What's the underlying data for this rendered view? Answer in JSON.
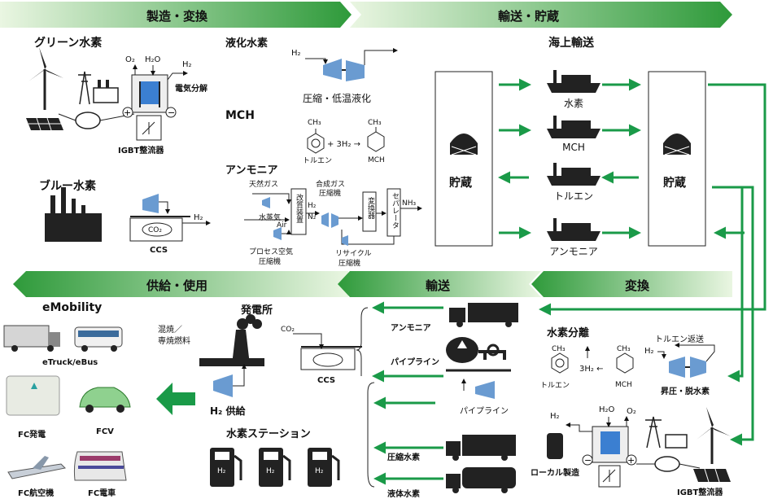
{
  "banners": {
    "manufacturing": "製造・変換",
    "transport_storage": "輸送・貯蔵",
    "supply_use": "供給・使用",
    "transport": "輸送",
    "conversion": "変換"
  },
  "green_h2": {
    "title": "グリーン水素",
    "o2": "O₂",
    "h2o": "H₂O",
    "h2": "H₂",
    "electrolysis": "電気分解",
    "rectifier": "IGBT整流器"
  },
  "blue_h2": {
    "title": "ブルー水素",
    "h2": "H₂",
    "ccs": "CCS",
    "co2": "CO₂"
  },
  "liquefied_h2": {
    "title": "液化水素",
    "h2": "H₂",
    "caption": "圧縮・低温液化"
  },
  "mch": {
    "title": "MCH",
    "ch3a": "CH₃",
    "ch3b": "CH₃",
    "plus3h2": "+ 3H₂ →",
    "toluene": "トルエン",
    "mch": "MCH"
  },
  "ammonia": {
    "title": "アンモニア",
    "natural_gas": "天然ガス",
    "steam": "水蒸気",
    "air": "Air",
    "process_air": "プロセス空気",
    "compressor": "圧縮機",
    "syngas": "合成ガス",
    "syngas_compressor": "圧縮機",
    "reformer": "改質装置",
    "h2": "H₂",
    "n2": "N₂",
    "converter": "変換器",
    "separator": "セパレータ",
    "nh3": "NH₃",
    "recycle": "リサイクル",
    "recycle_compressor": "圧縮機"
  },
  "maritime": {
    "title": "海上輸送",
    "storage_left": "貯蔵",
    "storage_right": "貯蔵",
    "ships": [
      "水素",
      "MCH",
      "トルエン",
      "アンモニア"
    ]
  },
  "emobility": {
    "title": "eMobility",
    "etruck": "eTruck/eBus",
    "fc_power": "FC発電",
    "fcv": "FCV",
    "fc_aircraft": "FC航空機",
    "fc_train": "FC電車"
  },
  "power_plant": {
    "title": "発電所",
    "cofiring_1": "混焼／",
    "cofiring_2": "専焼燃料",
    "h2_supply": "H₂ 供給",
    "co2": "CO₂",
    "ccs": "CCS"
  },
  "h2_station": {
    "title": "水素ステーション",
    "h2": "H₂"
  },
  "transport": {
    "ammonia": "アンモニア",
    "pipeline": "パイプライン",
    "pipeline2": "パイプライン",
    "compressed_h2": "圧縮水素",
    "liquid_h2": "液体水素"
  },
  "separation": {
    "title": "水素分離",
    "toluene_return": "トルエン返送",
    "h2": "H₂",
    "ch3a": "CH₃",
    "ch3b": "CH₃",
    "plus3h2": "3H₂ ←",
    "toluene": "トルエン",
    "mch": "MCH",
    "booster": "昇圧・脱水素"
  },
  "local": {
    "h2": "H₂",
    "h2o": "H₂O",
    "o2": "O₂",
    "local_production": "ローカル製造",
    "rectifier": "IGBT整流器"
  },
  "colors": {
    "arrow_green": "#1a9a48",
    "banner_dark": "#2e9a3a",
    "banner_light": "#e7f4df"
  }
}
